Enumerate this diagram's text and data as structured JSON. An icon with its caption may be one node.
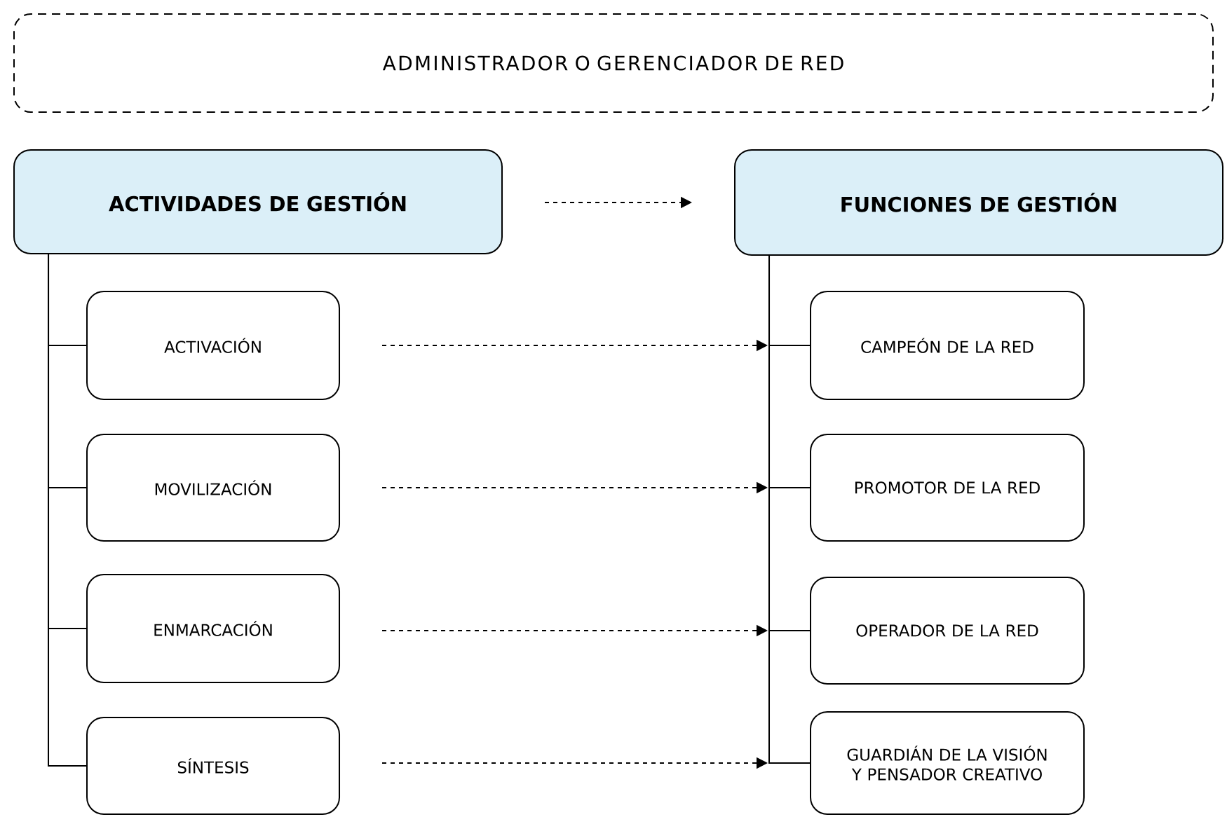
{
  "diagram": {
    "nodes": [
      {
        "text": [
          "ADMINISTRADOR O GERENCIADOR DE RED"
        ]
      },
      {
        "text": [
          "ACTIVIDADES DE GESTIÓN"
        ]
      },
      {
        "text": [
          "ACTIVACIÓN"
        ]
      },
      {
        "text": [
          "MOVILIZACIÓN"
        ]
      },
      {
        "text": [
          "ENMARCACIÓN"
        ]
      },
      {
        "text": [
          "SÍNTESIS"
        ]
      },
      {
        "text": [
          "FUNCIONES DE GESTIÓN"
        ]
      },
      {
        "text": [
          "CAMPEÓN DE LA RED"
        ]
      },
      {
        "text": [
          "PROMOTOR DE LA RED"
        ]
      },
      {
        "text": [
          "OPERADOR DE LA RED"
        ]
      },
      {
        "text": [
          "GUARDIÁN DE LA VISIÓN Y PENSADOR CREATIVO"
        ]
      }
    ],
    "edges": [
      {
        "from": 1,
        "to": 6,
        "arrow": "to",
        "style": "dashed"
      },
      {
        "from": 2,
        "to": 7,
        "arrow": "to",
        "style": "dashed"
      },
      {
        "from": 3,
        "to": 8,
        "arrow": "to",
        "style": "dashed"
      },
      {
        "from": 4,
        "to": 9,
        "arrow": "to",
        "style": "dashed"
      },
      {
        "from": 5,
        "to": 10,
        "arrow": "to",
        "style": "dashed"
      },
      {
        "from": 1,
        "to": 2,
        "arrow": "none"
      },
      {
        "from": 1,
        "to": 3,
        "arrow": "none"
      },
      {
        "from": 1,
        "to": 4,
        "arrow": "none"
      },
      {
        "from": 1,
        "to": 5,
        "arrow": "none"
      },
      {
        "from": 6,
        "to": 7,
        "arrow": "none"
      },
      {
        "from": 6,
        "to": 8,
        "arrow": "none"
      },
      {
        "from": 6,
        "to": 9,
        "arrow": "none"
      },
      {
        "from": 6,
        "to": 10,
        "arrow": "none"
      }
    ]
  }
}
